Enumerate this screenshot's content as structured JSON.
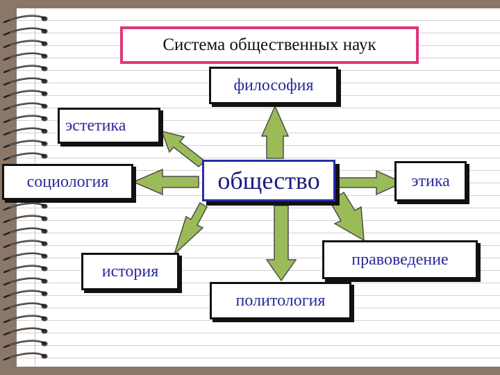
{
  "title": "Система общественных наук",
  "center": "общество",
  "nodes": {
    "philosophy": "философия",
    "aesthetics": "эстетика",
    "sociology": "социология",
    "ethics": "этика",
    "history": "история",
    "law": "правоведение",
    "politology": "политология"
  },
  "colors": {
    "arrow_fill": "#9bbb59",
    "node_text": "#2a2a9b",
    "title_border": "#e0357a",
    "center_border": "#2b2ba6"
  }
}
